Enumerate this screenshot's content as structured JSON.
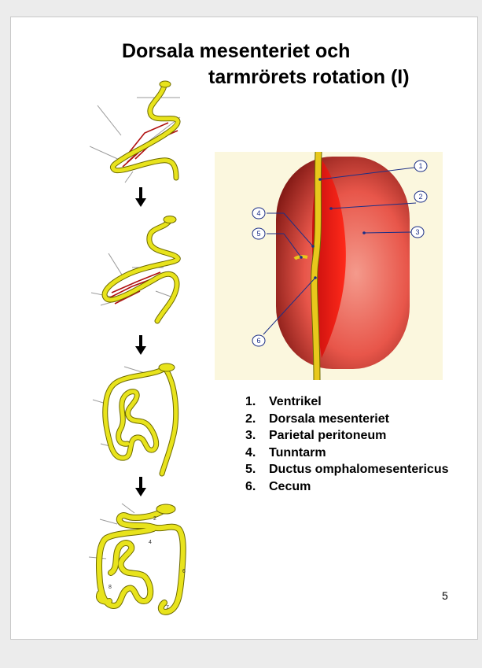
{
  "slide": {
    "title_line1": "Dorsala mesenteriet och",
    "title_line2": "tarmrörets rotation (I)",
    "page_number": "5"
  },
  "section_figure": {
    "callouts": [
      "1",
      "2",
      "3",
      "4",
      "5",
      "6"
    ]
  },
  "stage_figure": {
    "labels": [
      "2",
      "4",
      "6",
      "7",
      "8"
    ]
  },
  "legend": {
    "items": [
      {
        "num": "1.",
        "text": "Ventrikel"
      },
      {
        "num": "2.",
        "text": "Dorsala mesenteriet"
      },
      {
        "num": "3.",
        "text": "Parietal peritoneum"
      },
      {
        "num": "4.",
        "text": "Tunntarm"
      },
      {
        "num": "5.",
        "text": "Ductus omphalomesentericus"
      },
      {
        "num": "6.",
        "text": "Cecum"
      }
    ]
  },
  "colors": {
    "gut_yellow": "#e8e31c",
    "gut_outline": "#6d6a00",
    "vessel_red": "#b01010",
    "peritoneum_red": "#e8322a",
    "callout_blue": "#1c2f86",
    "image_bg": "#fbf7de"
  }
}
